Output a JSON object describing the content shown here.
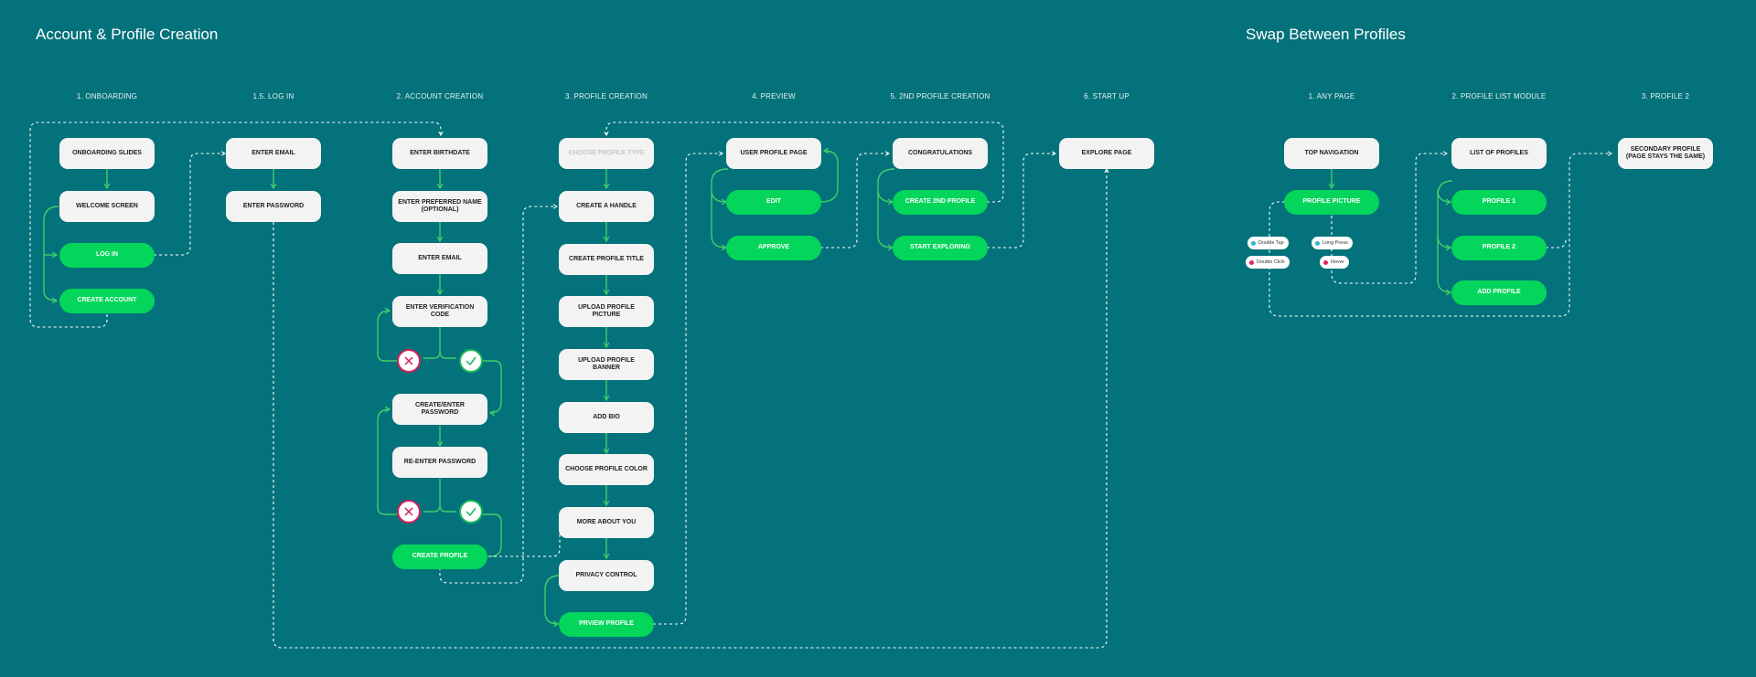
{
  "colors": {
    "background": "#03727A",
    "card": "#F3F3F3",
    "accent": "#03D65B",
    "arrow": "#3FCF6A",
    "error": "#D0205C",
    "success": "#16B85B",
    "dashed": "#FFFFFF"
  },
  "section_left_title": "Account & Profile Creation",
  "section_right_title": "Swap Between Profiles",
  "columns": {
    "onboarding": "1. ONBOARDING",
    "login": "1.5. LOG IN",
    "account": "2. ACCOUNT CREATION",
    "profile": "3. PROFILE CREATION",
    "preview": "4. PREVIEW",
    "second": "5. 2ND PROFILE CREATION",
    "startup": "6. START UP",
    "any_page": "1. ANY PAGE",
    "profile_list": "2. PROFILE LIST MODULE",
    "profile2": "3. PROFILE 2"
  },
  "nodes": {
    "onboarding_slides": "ONBOARDING SLIDES",
    "welcome_screen": "WELCOME SCREEN",
    "log_in": "LOG IN",
    "create_account": "CREATE ACCOUNT",
    "enter_email_login": "ENTER EMAIL",
    "enter_password": "ENTER PASSWORD",
    "enter_birthdate": "ENTER BIRTHDATE",
    "enter_preferred_name": "ENTER PREFERRED NAME (OPTIONAL)",
    "enter_email": "ENTER EMAIL",
    "enter_verification_code": "ENTER VERIFICATION CODE",
    "create_enter_password": "CREATE/ENTER PASSWORD",
    "re_enter_password": "RE-ENTER  PASSWORD",
    "create_profile": "CREATE PROFILE",
    "choose_profile_type": "CHOOSE PROFILE TYPE",
    "create_a_handle": "CREATE A HANDLE",
    "create_profile_title": "CREATE PROFILE TITLE",
    "upload_profile_picture": "UPLOAD PROFILE PICTURE",
    "upload_profile_banner": "UPLOAD PROFILE BANNER",
    "add_bio": "ADD BIO",
    "choose_profile_color": "CHOOSE PROFILE COLOR",
    "more_about_you": "MORE ABOUT YOU",
    "privacy_control": "PRIVACY CONTROL",
    "prview_profile": "PRVIEW PROFILE",
    "user_profile_page": "USER PROFILE PAGE",
    "edit": "EDIT",
    "approve": "APPROVE",
    "congratulations": "CONGRATULATIONS",
    "create_2nd_profile": "CREATE 2ND PROFILE",
    "start_exploring": "START EXPLORING",
    "explore_page": "EXPLORE PAGE",
    "top_navigation": "TOP NAVIGATION",
    "profile_picture": "PROFILE PICTURE",
    "list_of_profiles": "LIST OF PROFILES",
    "profile_1": "PROFILE 1",
    "profile_2": "PROFILE 2",
    "add_profile": "ADD PROFILE",
    "secondary_profile": "SECONDARY PROFILE (PAGE STAYS THE SAME)"
  },
  "legend": {
    "double_tap": "Double Tap",
    "double_click": "Double Click",
    "long_press": "Long Press",
    "hover": "Hover",
    "touch_color": "#2BB6C8",
    "click_color": "#E0245E"
  }
}
